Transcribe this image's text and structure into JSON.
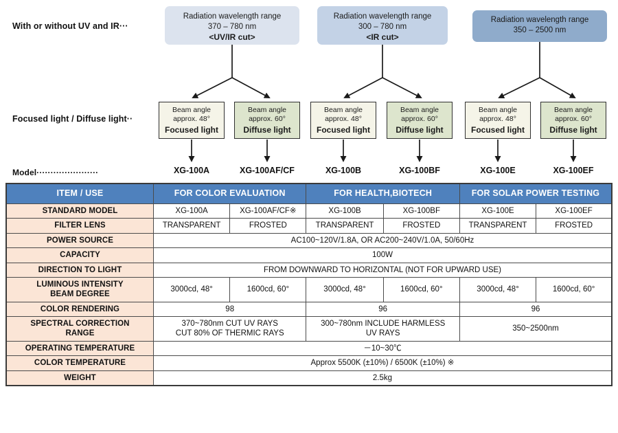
{
  "diagram": {
    "row_labels": {
      "uv_ir": "With or without UV and IR···",
      "focus_diffuse": "Focused light / Diffuse light··",
      "model": "Model······················"
    },
    "wavelength_boxes": [
      {
        "title": "Radiation wavelength range",
        "range": "370 – 780 nm",
        "cut": "<UV/IR cut>",
        "color": "#dce3ee"
      },
      {
        "title": "Radiation wavelength range",
        "range": "300 – 780 nm",
        "cut": "<IR cut>",
        "color": "#c3d2e6"
      },
      {
        "title": "Radiation wavelength range",
        "range": "350 – 2500 nm",
        "cut": "",
        "color": "#8fabcb"
      }
    ],
    "beam_boxes": [
      {
        "line1": "Beam angle",
        "line2": "approx. 48°",
        "type": "Focused light",
        "color": "#f5f4e8"
      },
      {
        "line1": "Beam angle",
        "line2": "approx. 60°",
        "type": "Diffuse light",
        "color": "#dde5cd"
      },
      {
        "line1": "Beam angle",
        "line2": "approx. 48°",
        "type": "Focused light",
        "color": "#f5f4e8"
      },
      {
        "line1": "Beam angle",
        "line2": "approx. 60°",
        "type": "Diffuse light",
        "color": "#dde5cd"
      },
      {
        "line1": "Beam angle",
        "line2": "approx. 48°",
        "type": "Focused light",
        "color": "#f5f4e8"
      },
      {
        "line1": "Beam angle",
        "line2": "approx. 60°",
        "type": "Diffuse light",
        "color": "#dde5cd"
      }
    ],
    "models": [
      "XG-100A",
      "XG-100AF/CF",
      "XG-100B",
      "XG-100BF",
      "XG-100E",
      "XG-100EF"
    ]
  },
  "table": {
    "header": {
      "item_use": "ITEM   /   USE",
      "groups": [
        "FOR COLOR EVALUATION",
        "FOR HEALTH,BIOTECH",
        "FOR SOLAR POWER TESTING"
      ],
      "bg_color": "#4f81bd",
      "text_color": "#ffffff"
    },
    "rowhead_color": "#fbe5d6",
    "rows": [
      {
        "label": "STANDARD MODEL",
        "cells": [
          "XG-100A",
          "XG-100AF/CF※",
          "XG-100B",
          "XG-100BF",
          "XG-100E",
          "XG-100EF"
        ]
      },
      {
        "label": "FILTER LENS",
        "cells": [
          "TRANSPARENT",
          "FROSTED",
          "TRANSPARENT",
          "FROSTED",
          "TRANSPARENT",
          "FROSTED"
        ]
      },
      {
        "label": "POWER SOURCE",
        "cells": [
          "AC100~120V/1.8A, OR AC200~240V/1.0A, 50/60Hz"
        ]
      },
      {
        "label": "CAPACITY",
        "cells": [
          "100W"
        ]
      },
      {
        "label": "DIRECTION TO LIGHT",
        "cells": [
          "FROM DOWNWARD TO HORIZONTAL (NOT FOR UPWARD USE)"
        ]
      },
      {
        "label": "LUMINOUS INTENSITY\nBEAM DEGREE",
        "label_line1": "LUMINOUS INTENSITY",
        "label_line2": "BEAM DEGREE",
        "cells": [
          "3000cd, 48°",
          "1600cd, 60°",
          "3000cd, 48°",
          "1600cd, 60°",
          "3000cd, 48°",
          "1600cd, 60°"
        ]
      },
      {
        "label": "COLOR RENDERING",
        "cells": [
          "98",
          "96",
          "96"
        ]
      },
      {
        "label": "SPECTRAL CORRECTION\nRANGE",
        "label_line1": "SPECTRAL CORRECTION",
        "label_line2": "RANGE",
        "cells_line1": [
          "370~780nm  CUT UV RAYS",
          "300~780nm  INCLUDE HARMLESS",
          "350~2500nm"
        ],
        "cells_line2": [
          "CUT 80% OF THERMIC RAYS",
          "UV RAYS",
          ""
        ]
      },
      {
        "label": "OPERATING  TEMPERATURE",
        "cells": [
          "－10~30℃"
        ]
      },
      {
        "label": "COLOR  TEMPERATURE",
        "cells": [
          "Approx  5500K (±10%) / 6500K (±10%) ※"
        ]
      },
      {
        "label": "WEIGHT",
        "cells": [
          "2.5kg"
        ]
      }
    ]
  }
}
